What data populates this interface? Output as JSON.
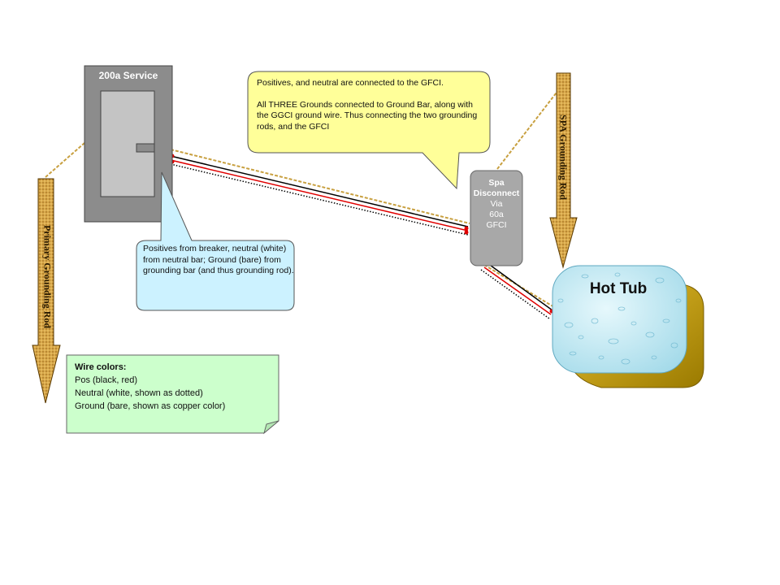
{
  "service_panel": {
    "title": "200a Service"
  },
  "spa_disconnect": {
    "title": "Spa",
    "subtitle": "Disconnect",
    "line1": "Via",
    "line2": "60a",
    "line3": "GFCI"
  },
  "callout_top": {
    "line1": "Positives, and neutral are connected to the GFCI.",
    "line2": "All THREE Grounds connected to Ground Bar, along with the GGCI ground wire. Thus connecting the two grounding rods, and the GFCI"
  },
  "callout_left": {
    "text": "Positives from breaker, neutral (white) from neutral bar; Ground (bare) from grounding bar (and thus grounding rod)."
  },
  "legend": {
    "title": "Wire colors:",
    "items": [
      "Pos (black, red)",
      "Neutral (white, shown as dotted)",
      "Ground (bare, shown as copper color)"
    ]
  },
  "hot_tub": {
    "label": "Hot Tub"
  },
  "rods": {
    "primary": "Primary Grounding Rod",
    "spa": "SPA Grounding Rod"
  },
  "colors": {
    "panel": "#8c8c8c",
    "panel_door": "#c4c4c4",
    "callout_top_fill": "#ffff99",
    "callout_left_fill": "#ccf2ff",
    "legend_fill": "#ccffcc",
    "rod_fill": "#d9a84a",
    "hot_tub_water": "#b7e6f2",
    "hot_tub_shadow": "#c8a000",
    "ground_wire": "#c8a040",
    "pos_black": "#000000",
    "pos_red": "#e00000"
  }
}
